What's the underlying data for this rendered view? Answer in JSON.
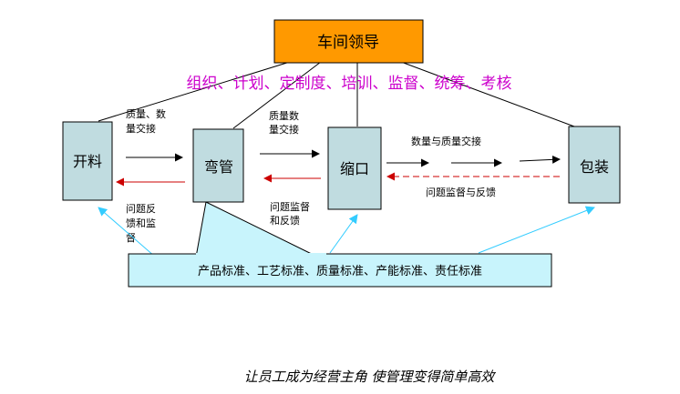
{
  "title_box": "车间领导",
  "duties": "组织、计划、定制度、培训、监督、统筹、考核",
  "stations": {
    "kailiao": "开料",
    "wanguan": "弯管",
    "suokou": "缩口",
    "baozhuang": "包装"
  },
  "labels": {
    "flow1_line1": "质量、数",
    "flow1_line2": "量交接",
    "flow2_line1": "质量数",
    "flow2_line2": "量交接",
    "flow3": "数量与质量交接",
    "fb1_line1": "问题反",
    "fb1_line2": "馈和监",
    "fb1_line3": "督",
    "fb2_line1": "问题监督",
    "fb2_line2": "和反馈",
    "fb3": "问题监督与反馈"
  },
  "standards": "产品标准、工艺标准、质量标准、产能标准、责任标准",
  "slogan": "让员工成为经营主角 使管理变得简单高效",
  "colors": {
    "leader_fill": "#FF9900",
    "station_fill": "#C0DCE0",
    "standards_fill": "#C8F4FC",
    "duty_text": "#CC00CC",
    "feedback_arrow": "#CC0000",
    "cyan_arrow": "#33CCFF"
  }
}
